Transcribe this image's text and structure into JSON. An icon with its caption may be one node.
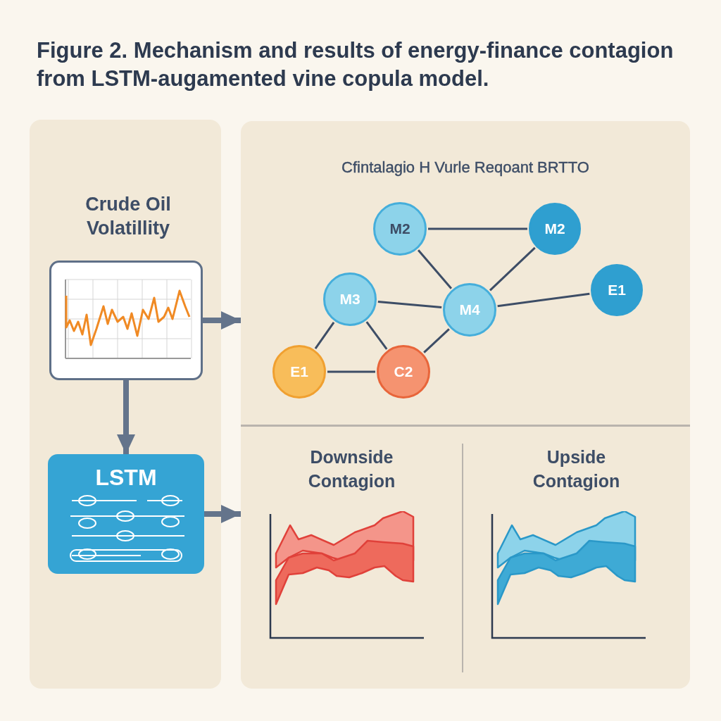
{
  "diagram": {
    "title": "Figure 2. Mechanism and results of energy-finance contagion from LSTM-augamented vine copula model.",
    "nodes": [
      {
        "text": [
          "Crude Oil Volatillity"
        ]
      },
      {
        "text": [
          "LSTM"
        ]
      },
      {
        "text": [
          "Cfintalagio H Vurle Reqoant BRTTO"
        ]
      },
      {
        "text": [
          "M2"
        ],
        "in": 2
      },
      {
        "text": [
          "M2"
        ],
        "in": 2
      },
      {
        "text": [
          "E1"
        ],
        "in": 2
      },
      {
        "text": [
          "M3"
        ],
        "in": 2
      },
      {
        "text": [
          "M4"
        ],
        "in": 2
      },
      {
        "text": [
          "E1"
        ],
        "in": 2
      },
      {
        "text": [
          "C2"
        ],
        "in": 2
      },
      {
        "text": [
          "Downside Contagion"
        ]
      },
      {
        "text": [
          "Upside Contagion"
        ]
      }
    ],
    "edges": [
      {
        "from": 0,
        "to": 1,
        "arrow": "to",
        "style": "thick"
      },
      {
        "from": 0,
        "to": 2,
        "arrow": "to",
        "style": "thick"
      },
      {
        "from": 1,
        "to": 10,
        "arrow": "to",
        "style": "thick"
      },
      {
        "from": 3,
        "to": 4,
        "arrow": "none"
      },
      {
        "from": 3,
        "to": 7,
        "arrow": "none"
      },
      {
        "from": 4,
        "to": 7,
        "arrow": "none"
      },
      {
        "from": 6,
        "to": 7,
        "arrow": "none"
      },
      {
        "from": 7,
        "to": 5,
        "arrow": "none"
      },
      {
        "from": 6,
        "to": 8,
        "arrow": "none"
      },
      {
        "from": 6,
        "to": 9,
        "arrow": "none"
      },
      {
        "from": 8,
        "to": 9,
        "arrow": "none"
      },
      {
        "from": 9,
        "to": 7,
        "arrow": "none"
      }
    ]
  }
}
